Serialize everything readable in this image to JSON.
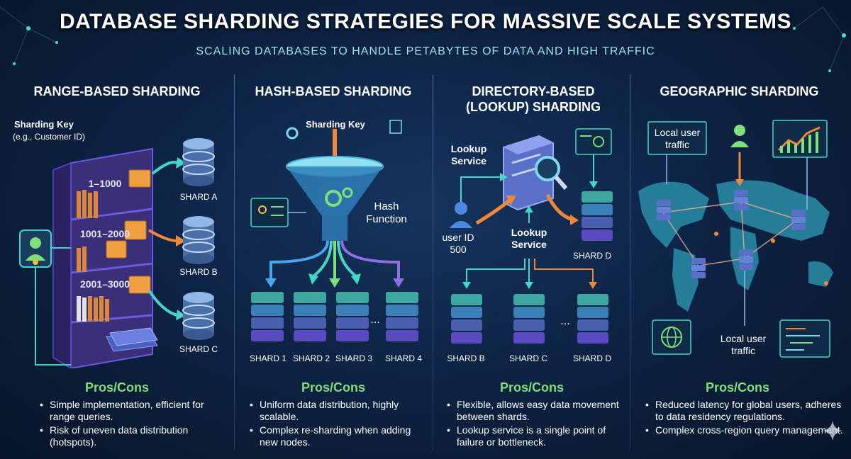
{
  "title": "DATABASE SHARDING STRATEGIES FOR MASSIVE SCALE SYSTEMS",
  "subtitle": "SCALING DATABASES TO HANDLE PETABYTES OF DATA AND HIGH TRAFFIC",
  "range": {
    "title": "RANGE-BASED SHARDING",
    "key_label": "Sharding Key",
    "key_example": "(e.g., Customer ID)",
    "ranges": [
      "1–1000",
      "1001–2000",
      "2001–3000"
    ],
    "shards": [
      "SHARD A",
      "SHARD B",
      "SHARD C"
    ],
    "pros_cons_title": "Pros/Cons",
    "points": [
      "Simple implementation, efficient for range queries.",
      "Risk of uneven data distribution (hotspots)."
    ]
  },
  "hash": {
    "title": "HASH-BASED SHARDING",
    "key_label": "Sharding Key",
    "function_label": "Hash Function",
    "shards": [
      "SHARD 1",
      "SHARD 2",
      "SHARD 3",
      "SHARD 4"
    ],
    "ellipsis": "...",
    "pros_cons_title": "Pros/Cons",
    "points": [
      "Uniform data distribution, highly scalable.",
      "Complex re-sharding when adding new nodes."
    ]
  },
  "directory": {
    "title": "DIRECTORY-BASED (LOOKUP) SHARDING",
    "lookup_top": "Lookup Service",
    "lookup_mid": "Lookup Service",
    "user_label": "user ID 500",
    "shard_right": "SHARD D",
    "shards": [
      "SHARD B",
      "SHARD C",
      "SHARD D"
    ],
    "ellipsis": "...",
    "pros_cons_title": "Pros/Cons",
    "points": [
      "Flexible, allows easy data movement between shards.",
      "Lookup service is a single point of failure or bottleneck."
    ]
  },
  "geo": {
    "title": "GEOGRAPHIC SHARDING",
    "traffic_top": "Local user traffic",
    "traffic_bottom": "Local user traffic",
    "pros_cons_title": "Pros/Cons",
    "points": [
      "Reduced latency for global users, adheres to data residency regulations.",
      "Complex cross-region query management."
    ]
  },
  "colors": {
    "accent_green": "#7fe07a",
    "accent_cyan": "#45d6c8",
    "accent_orange": "#f0883a",
    "accent_purple": "#8c6fe0"
  }
}
